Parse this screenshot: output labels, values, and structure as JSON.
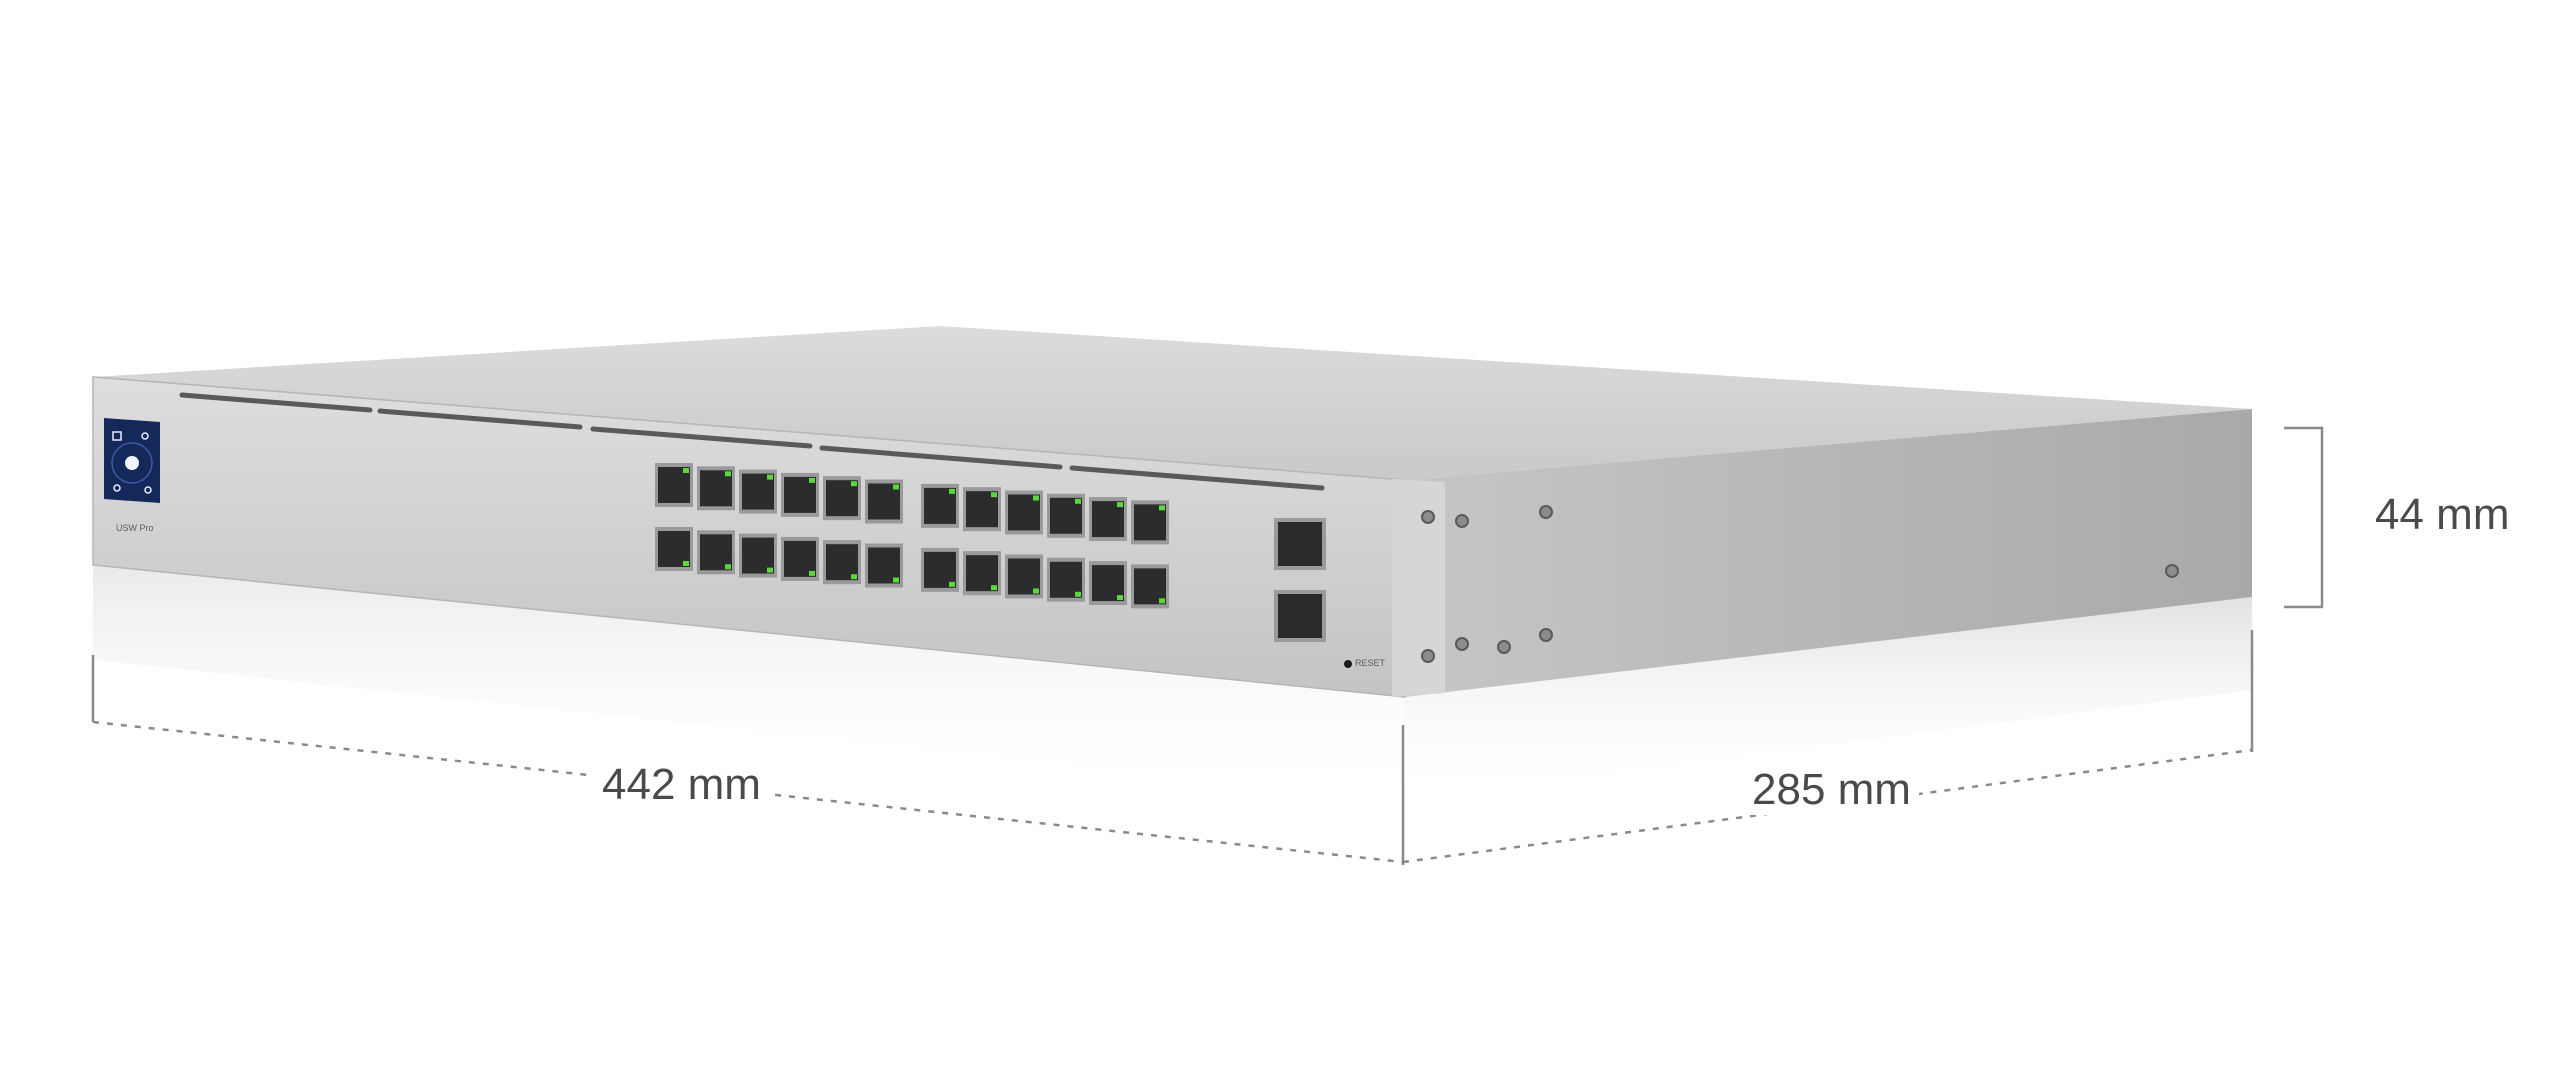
{
  "product": {
    "model_label": "USW Pro",
    "reset_label": "RESET",
    "rj45_port_count": 24,
    "sfp_port_count": 2,
    "port_led_color": "#5bd83a"
  },
  "dimensions": {
    "width_label": "442 mm",
    "depth_label": "285 mm",
    "height_label": "44 mm"
  },
  "colors": {
    "chassis_top": "#d4d4d6",
    "chassis_front": "#cfcfd1",
    "chassis_side": "#b9b9bb",
    "display_panel": "#14285a",
    "dimension_line": "#8a8a8a",
    "label_text": "#4a4a4a"
  }
}
